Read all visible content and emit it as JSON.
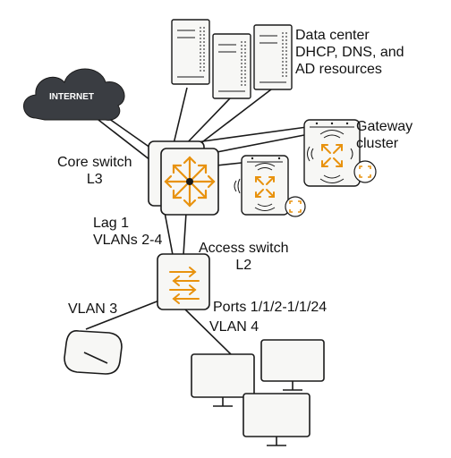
{
  "colors": {
    "accent": "#e8920e",
    "cloud": "#3a3d42",
    "line": "#1a1a1a",
    "device_fill": "#f7f7f5"
  },
  "cloud": {
    "label": "INTERNET"
  },
  "datacenter": {
    "label_lines": [
      "Data center",
      "DHCP, DNS, and",
      "AD resources"
    ]
  },
  "gateway": {
    "label_lines": [
      "Gateway",
      "cluster"
    ]
  },
  "core_switch": {
    "label_lines": [
      "Core switch",
      "L3"
    ]
  },
  "lag": {
    "label_lines": [
      "Lag 1",
      "VLANs 2-4"
    ]
  },
  "access_switch": {
    "label_lines": [
      "Access switch",
      "L2"
    ]
  },
  "ports": {
    "label": "Ports 1/1/2-1/1/24"
  },
  "vlan3": {
    "label": "VLAN 3"
  },
  "vlan4": {
    "label": "VLAN 4"
  },
  "icons": [
    "cloud-icon",
    "server-icon",
    "core-switch-icon",
    "gateway-icon",
    "access-switch-icon",
    "access-point-icon",
    "monitor-icon"
  ]
}
